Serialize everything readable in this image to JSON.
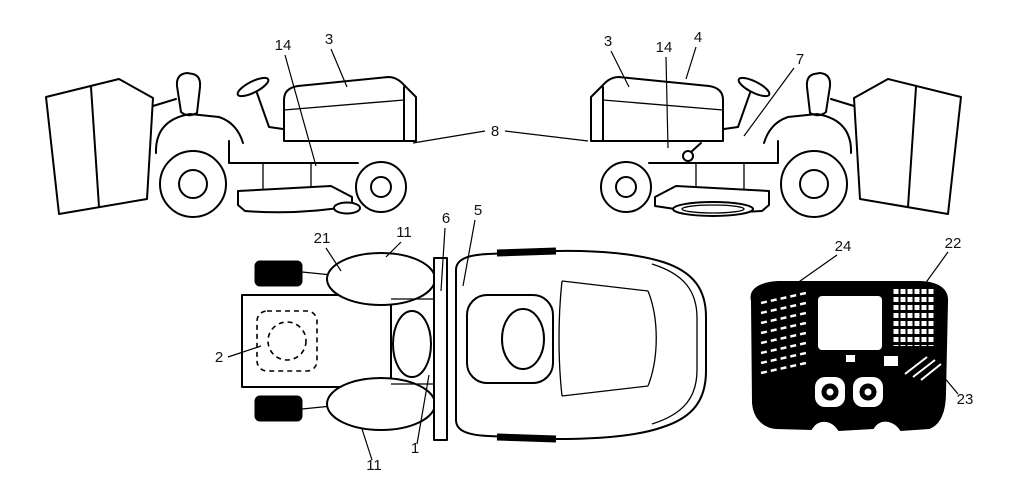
{
  "figure": {
    "type": "parts-callout-diagram",
    "background": "#ffffff",
    "ink": "#000000"
  },
  "callouts": [
    {
      "label": "14"
    },
    {
      "label": "3"
    },
    {
      "label": "3"
    },
    {
      "label": "14"
    },
    {
      "label": "4"
    },
    {
      "label": "7"
    },
    {
      "label": "8"
    },
    {
      "label": "21"
    },
    {
      "label": "11"
    },
    {
      "label": "6"
    },
    {
      "label": "5"
    },
    {
      "label": "2"
    },
    {
      "label": "1"
    },
    {
      "label": "11"
    },
    {
      "label": "24"
    },
    {
      "label": "22"
    },
    {
      "label": "23"
    }
  ]
}
